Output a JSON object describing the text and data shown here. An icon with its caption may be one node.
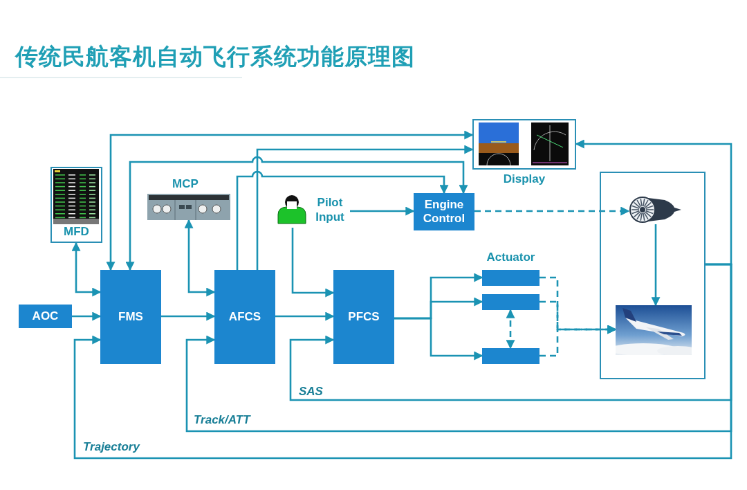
{
  "diagram": {
    "title": "传统民航客机自动飞行系统功能原理图",
    "nodes": [
      {
        "text": [
          "MFD"
        ]
      },
      {
        "text": [
          "MCP"
        ]
      },
      {
        "text": [
          "Display"
        ]
      },
      {
        "text": [
          "Pilot Input"
        ]
      },
      {
        "text": [
          "Engine Control"
        ]
      },
      {
        "text": [
          "AOC"
        ]
      },
      {
        "text": [
          "FMS"
        ]
      },
      {
        "text": [
          "AFCS"
        ]
      },
      {
        "text": [
          "PFCS"
        ]
      },
      {
        "text": [],
        "shape": "box"
      },
      {
        "text": [],
        "shape": "box"
      },
      {
        "text": [],
        "shape": "box"
      },
      {
        "text": [],
        "shape": "box"
      },
      {
        "text": [],
        "shape": "picture",
        "in": 12
      },
      {
        "text": [],
        "shape": "picture",
        "in": 12
      }
    ],
    "edges": [
      {
        "from": 6,
        "to": 0,
        "arrow": "both"
      },
      {
        "from": 7,
        "to": 1,
        "arrow": "both"
      },
      {
        "from": 6,
        "to": 2,
        "arrow": "both"
      },
      {
        "from": 7,
        "to": 2,
        "arrow": "to"
      },
      {
        "from": 6,
        "to": 4,
        "arrow": "both"
      },
      {
        "from": 7,
        "to": 4,
        "arrow": "to"
      },
      {
        "from": 3,
        "to": 4,
        "arrow": "to"
      },
      {
        "from": 3,
        "to": 8,
        "arrow": "to"
      },
      {
        "from": 5,
        "to": 6,
        "arrow": "to"
      },
      {
        "from": 6,
        "to": 7,
        "arrow": "to"
      },
      {
        "from": 7,
        "to": 8,
        "arrow": "to"
      },
      {
        "from": 8,
        "to": 9,
        "arrow": "to"
      },
      {
        "from": 8,
        "to": 10,
        "arrow": "to"
      },
      {
        "from": 8,
        "to": 11,
        "arrow": "to"
      },
      {
        "from": 10,
        "to": 11,
        "arrow": "both",
        "style": "dashed"
      },
      {
        "from": 9,
        "to": 14,
        "arrow": "to",
        "style": "dashed"
      },
      {
        "from": 10,
        "to": 14,
        "arrow": "to",
        "style": "dashed"
      },
      {
        "from": 11,
        "to": 14,
        "arrow": "to",
        "style": "dashed"
      },
      {
        "from": 4,
        "to": 13,
        "arrow": "to",
        "style": "dashed"
      },
      {
        "from": 13,
        "to": 14,
        "arrow": "to"
      },
      {
        "from": 12,
        "to": 2,
        "arrow": "to"
      },
      {
        "from": 12,
        "to": 8,
        "arrow": "to",
        "label": "SAS"
      },
      {
        "from": 12,
        "to": 7,
        "arrow": "to",
        "label": "Track/ATT"
      },
      {
        "from": 12,
        "to": 6,
        "arrow": "to",
        "label": "Trajectory"
      }
    ],
    "labels": [
      "Actuator"
    ]
  }
}
